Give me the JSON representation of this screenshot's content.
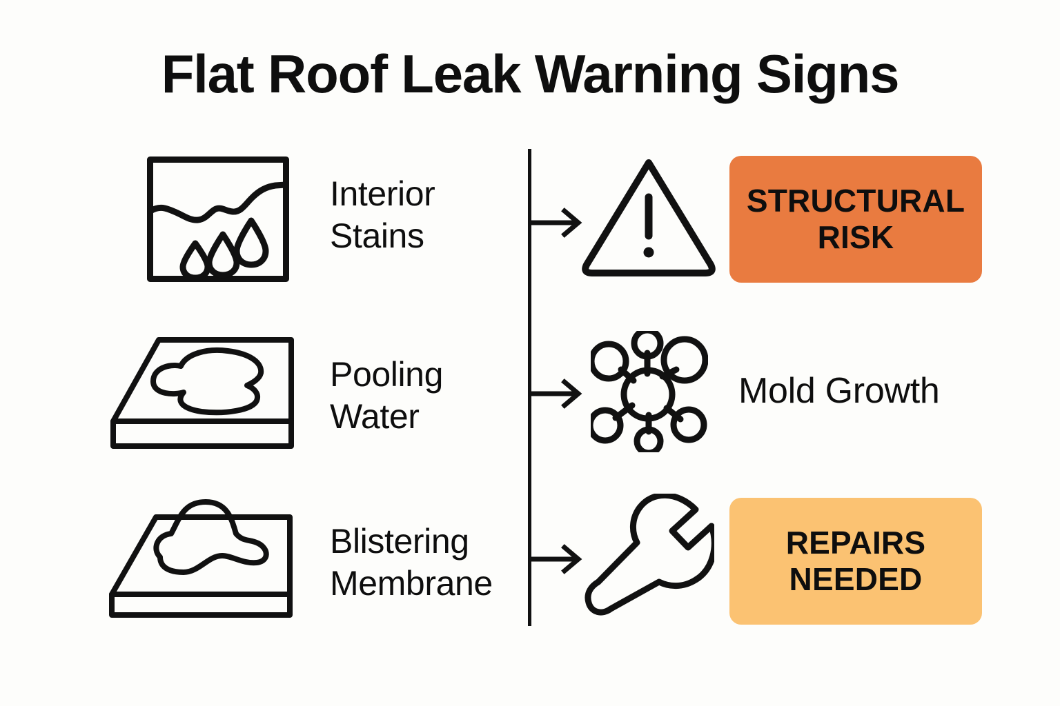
{
  "page": {
    "title": "Flat Roof Leak Warning Signs",
    "background_color": "#fdfdfb",
    "ink_color": "#111111"
  },
  "colors": {
    "structural_risk_badge": "#e97b40",
    "repairs_needed_badge": "#fbc272",
    "text": "#0e0e0e"
  },
  "divider": {
    "name": "vertical-divider"
  },
  "rows": [
    {
      "id": "row-interior-stains",
      "sign_icon": "water-stain-ceiling-icon",
      "sign_label_line1": "Interior",
      "sign_label_line2": "Stains",
      "arrow": "arrow-right-icon",
      "consequence_icon": "warning-triangle-icon",
      "consequence_label_line1": "STRUCTURAL",
      "consequence_label_line2": "RISK",
      "consequence_style": "badge",
      "badge_color": "#e97b40"
    },
    {
      "id": "row-pooling-water",
      "sign_icon": "roof-puddle-icon",
      "sign_label_line1": "Pooling",
      "sign_label_line2": "Water",
      "arrow": "arrow-right-icon",
      "consequence_icon": "mold-spore-icon",
      "consequence_label_line1": "Mold Growth",
      "consequence_label_line2": "",
      "consequence_style": "plain",
      "badge_color": ""
    },
    {
      "id": "row-blistering-membrane",
      "sign_icon": "roof-blister-icon",
      "sign_label_line1": "Blistering",
      "sign_label_line2": "Membrane",
      "arrow": "arrow-right-icon",
      "consequence_icon": "wrench-icon",
      "consequence_label_line1": "REPAIRS",
      "consequence_label_line2": "NEEDED",
      "consequence_style": "badge",
      "badge_color": "#fbc272"
    }
  ]
}
